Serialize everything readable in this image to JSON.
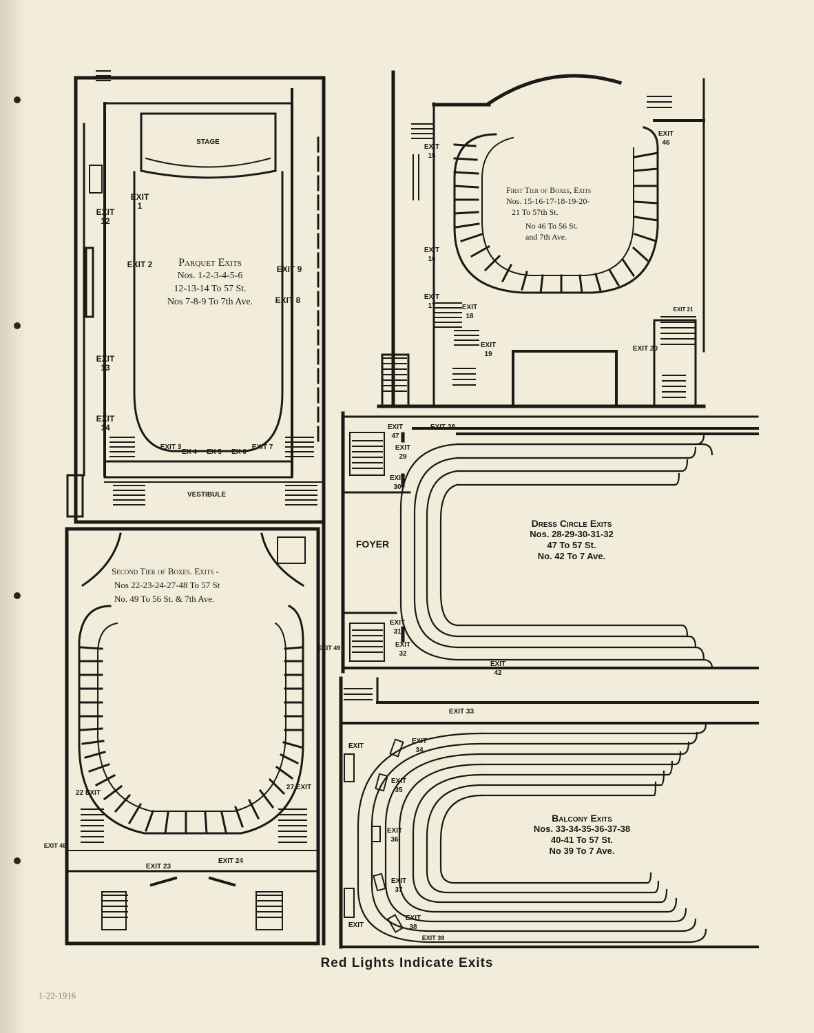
{
  "caption": "Red Lights Indicate Exits",
  "pencil_note": "1-22-1916",
  "parquet": {
    "stage": "STAGE",
    "vestibule": "VESTIBULE",
    "title": "Parquet Exits",
    "line1": "Nos. 1-2-3-4-5-6",
    "line2": "12-13-14 To 57 St.",
    "line3": "Nos 7-8-9 To 7th Ave.",
    "exits": [
      "EXIT 1",
      "EXIT 2",
      "EXIT 9",
      "EXIT 8",
      "EXIT 12",
      "EXIT 13",
      "EXIT 14",
      "EXIT 3",
      "EX 4",
      "EX 5",
      "EX 6",
      "EXIT 7"
    ]
  },
  "first_tier": {
    "title": "First Tier of Boxes, Exits",
    "line1": "Nos. 15-16-17-18-19-20-",
    "line2": "21 To 57th St.",
    "line3": "No 46 To 56 St.",
    "line4": "and 7th Ave.",
    "exits": [
      "EXIT 15",
      "EXIT 16",
      "EXIT 17",
      "EXIT 18",
      "EXIT 19",
      "EXIT 20",
      "EXIT 46",
      "EXIT 21"
    ]
  },
  "dress_circle": {
    "foyer": "FOYER",
    "title": "Dress Circle Exits",
    "line1": "Nos. 28-29-30-31-32",
    "line2": "47 To 57 St.",
    "line3": "No. 42 To 7 Ave.",
    "exits": [
      "EXIT 47",
      "EXIT 28",
      "EXIT 29",
      "EXIT 30",
      "EXIT 31",
      "EXIT 32",
      "EXIT 42"
    ]
  },
  "second_tier": {
    "title": "Second Tier of Boxes. Exits -",
    "line1": "Nos 22-23-24-27-48 To 57 St",
    "line2": "No. 49 To 56 St. & 7th Ave.",
    "exits": [
      "22 EXIT",
      "27 EXIT",
      "EXIT 23",
      "EXIT 24",
      "EXIT 48",
      "EXIT 49"
    ]
  },
  "balcony": {
    "title": "Balcony Exits",
    "line1": "Nos. 33-34-35-36-37-38",
    "line2": "40-41 To 57 St.",
    "line3": "No 39 To 7 Ave.",
    "exits": [
      "EXIT 33",
      "EXIT",
      "EXIT 34",
      "EXIT 35",
      "EXIT 36",
      "EXIT 37",
      "EXIT 38",
      "EXIT 39",
      "EXIT"
    ]
  }
}
